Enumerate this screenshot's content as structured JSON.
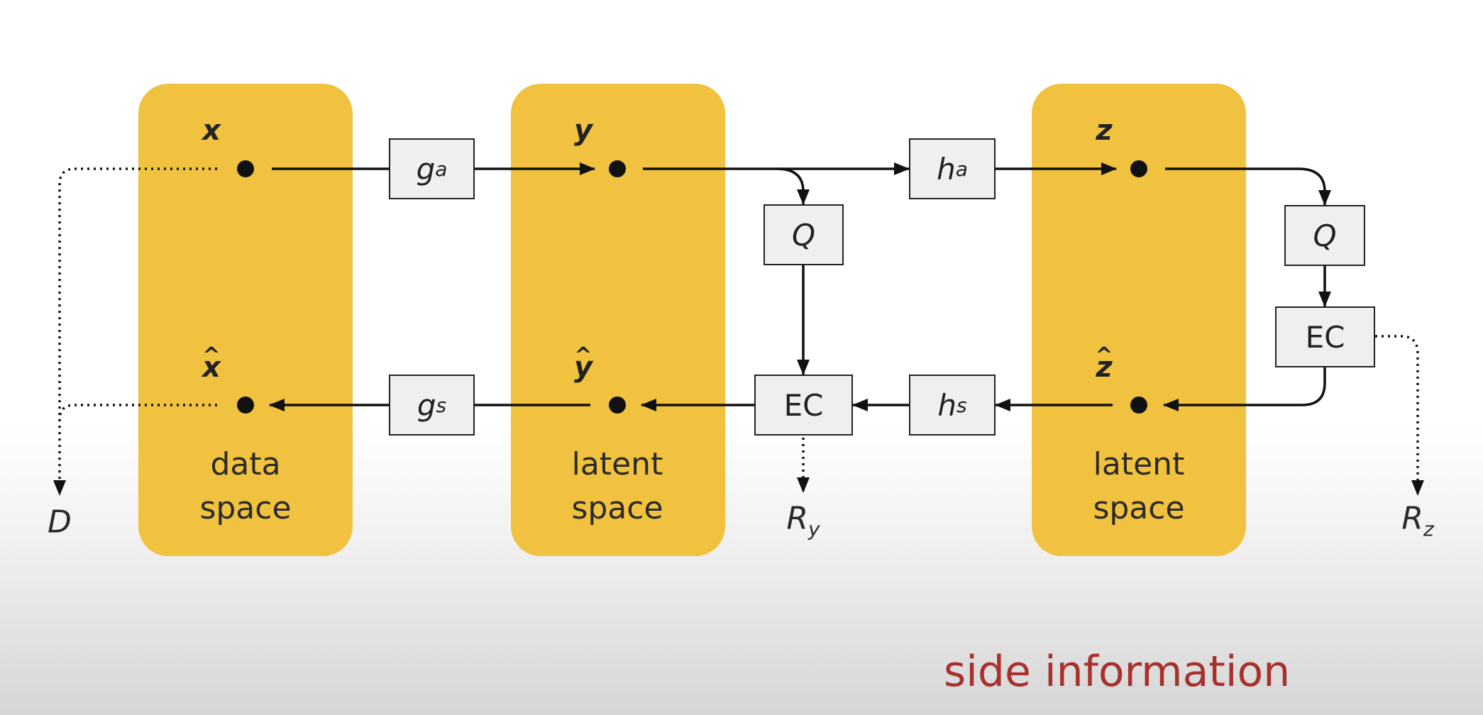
{
  "panels": [
    {
      "label_line1": "data",
      "label_line2": "space"
    },
    {
      "label_line1": "latent",
      "label_line2": "space"
    },
    {
      "label_line1": "latent",
      "label_line2": "space"
    }
  ],
  "variables": {
    "x": "x",
    "x_hat": "x",
    "y": "y",
    "y_hat": "y",
    "z": "z",
    "z_hat": "z",
    "hat_mark": "^"
  },
  "boxes": {
    "g_a": {
      "base": "g",
      "sub": "a"
    },
    "g_s": {
      "base": "g",
      "sub": "s"
    },
    "h_a": {
      "base": "h",
      "sub": "a"
    },
    "h_s": {
      "base": "h",
      "sub": "s"
    },
    "q1": "Q",
    "q2": "Q",
    "ec1": "EC",
    "ec2": "EC"
  },
  "outputs": {
    "distortion": "D",
    "rate_y": {
      "base": "R",
      "sub": "y"
    },
    "rate_z": {
      "base": "R",
      "sub": "z"
    }
  },
  "caption": "side information",
  "colors": {
    "panel": "#f1c23f",
    "box_fill": "#efefef",
    "line": "#111111",
    "caption": "#a8312d"
  }
}
